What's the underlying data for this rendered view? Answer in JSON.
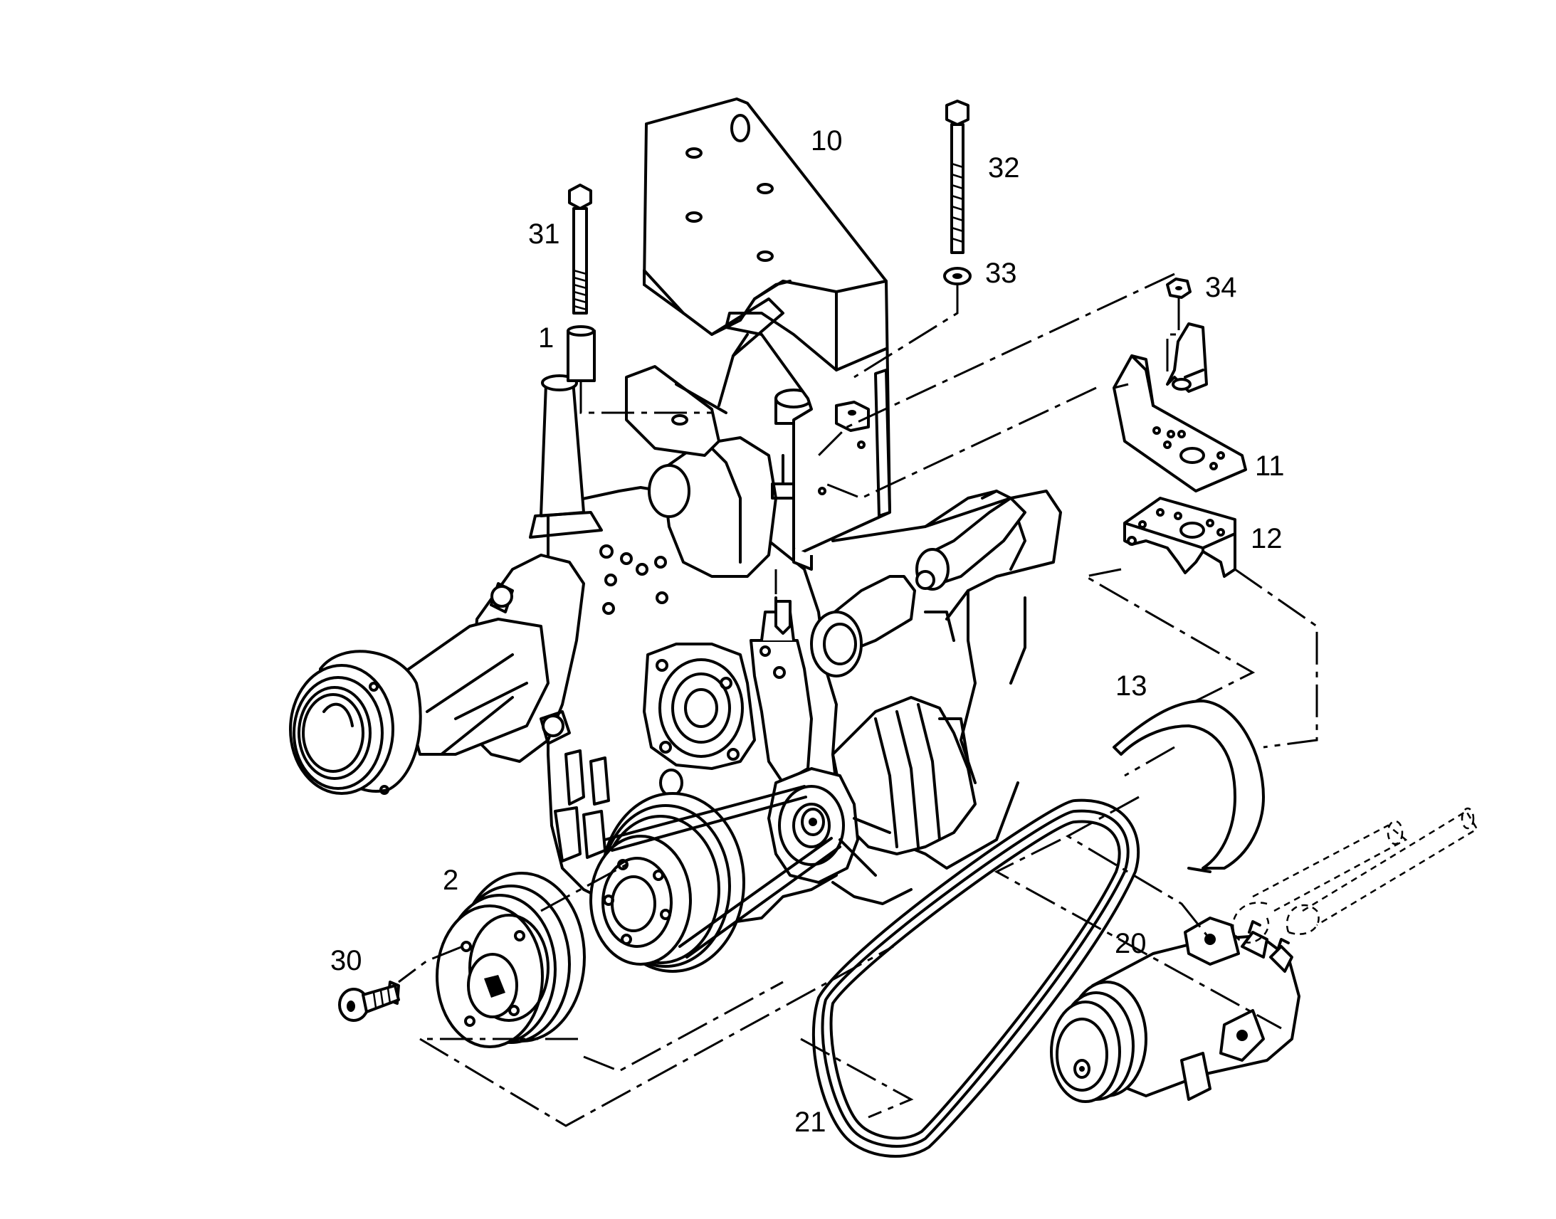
{
  "labels": {
    "p1": "1",
    "p2": "2",
    "p10": "10",
    "p11": "11",
    "p12": "12",
    "p13": "13",
    "p20": "20",
    "p21": "21",
    "p30": "30",
    "p31": "31",
    "p32": "32",
    "p33": "33",
    "p34": "34"
  },
  "colors": {
    "line": "#000000",
    "background": "#ffffff"
  }
}
